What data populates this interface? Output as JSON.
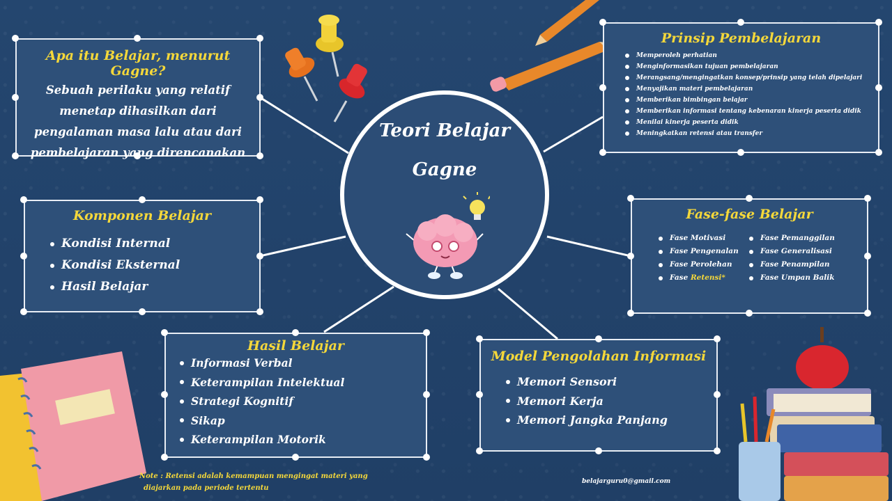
{
  "center": {
    "title_line1": "Teori Belajar",
    "title_line2": "Gagne",
    "icon": "brain-lightbulb-icon"
  },
  "apa_itu": {
    "title": "Apa itu Belajar, menurut Gagne?",
    "lines": [
      "Sebuah perilaku yang relatif",
      "menetap dihasilkan dari",
      "pengalaman masa lalu atau dari",
      "pembelajaran yang direncanakan"
    ]
  },
  "prinsip": {
    "title": "Prinsip Pembelajaran",
    "items": [
      "Memperoleh perhatian",
      "Menginformasikan tujuan pembelajaran",
      "Merangsang/mengingatkan konsep/prinsip yang telah dipelajari",
      "Menyajikan materi pembelajaran",
      "Memberikan bimbingan belajar",
      "Memberikan informasi tentang kebenaran kinerja peserta didik",
      "Menilai kinerja peserta didik",
      "Meningkatkan retensi atau transfer"
    ]
  },
  "komponen": {
    "title": "Komponen Belajar",
    "items": [
      "Kondisi Internal",
      "Kondisi Eksternal",
      "Hasil Belajar"
    ]
  },
  "fase": {
    "title": "Fase-fase Belajar",
    "col1": [
      "Fase Motivasi",
      "Fase Pengenalan",
      "Fase Perolehan"
    ],
    "col1_last_prefix": "Fase ",
    "col1_last_highlight": "Retensi*",
    "col2": [
      "Fase Pemanggilan",
      "Fase Generalisasi",
      "Fase Penampilan",
      "Fase Umpan Balik"
    ]
  },
  "hasil": {
    "title": "Hasil Belajar",
    "items": [
      "Informasi Verbal",
      "Keterampilan Intelektual",
      "Strategi Kognitif",
      "Sikap",
      "Keterampilan Motorik"
    ]
  },
  "model": {
    "title": "Model Pengolahan Informasi",
    "items": [
      "Memori Sensori",
      "Memori Kerja",
      "Memori Jangka Panjang"
    ]
  },
  "note": {
    "line1": "Note : Retensi adalah kemampuan mengingat materi yang",
    "line2": "diajarkan pada periode tertentu"
  },
  "email": "belajarguru0@gmail.com",
  "colors": {
    "background": "#24456e",
    "box": "#2e5079",
    "title_yellow": "#f5d83a",
    "highlight_yellow": "#f5d83a"
  }
}
